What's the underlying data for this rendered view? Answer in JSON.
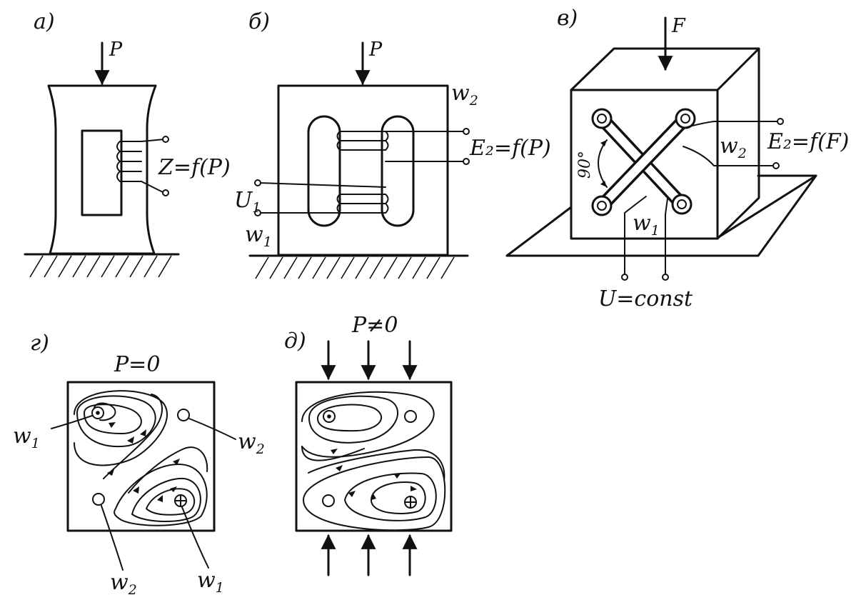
{
  "panels": {
    "a": {
      "letter": "а)",
      "force": "P",
      "equation": "Z=f(P)"
    },
    "b": {
      "letter": "б)",
      "force": "P",
      "output": "E₂=f(P)",
      "input": "U",
      "input_sub": "1",
      "w1": "w",
      "w1_sub": "1",
      "w2": "w",
      "w2_sub": "2"
    },
    "v": {
      "letter": "в)",
      "force": "F",
      "output": "E₂=f(F)",
      "angle": "90°",
      "w1": "w",
      "w1_sub": "1",
      "w2": "w",
      "w2_sub": "2",
      "supply": "U=const"
    },
    "g": {
      "letter": "г)",
      "condition": "P=0",
      "w1": "w",
      "w1_sub": "1",
      "w2": "w",
      "w2_sub": "2"
    },
    "d": {
      "letter": "д)",
      "condition": "P≠0"
    }
  },
  "symbols": {
    "dot": "⊙",
    "cross": "⊕"
  }
}
